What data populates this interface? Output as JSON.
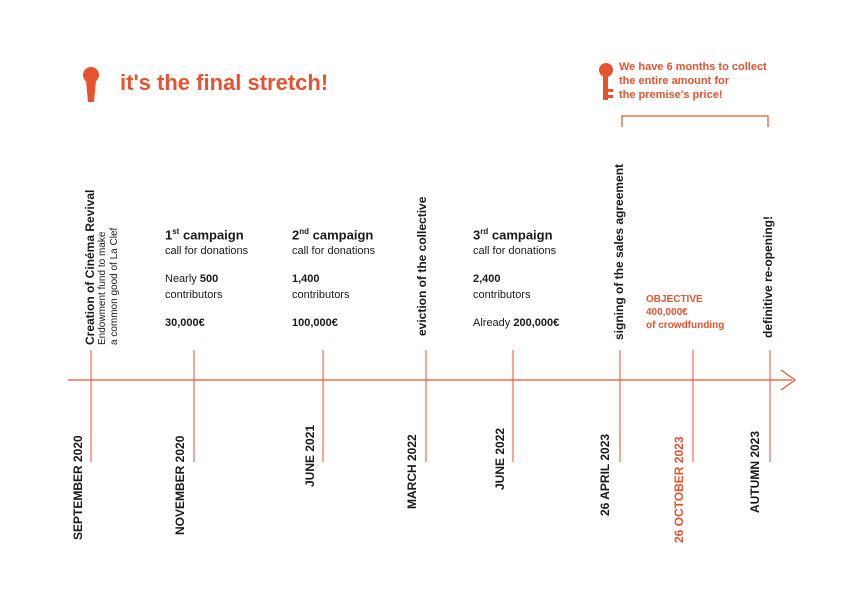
{
  "title": "it's the final stretch!",
  "note": {
    "line1": "We have 6 months to collect",
    "line2": "the entire amount for",
    "line3": "the premise's price!"
  },
  "colors": {
    "accent": "#e8532f",
    "text": "#1a1a1a"
  },
  "icons": {
    "title_icon": "keyhole-icon",
    "note_icon": "key-icon"
  },
  "events": {
    "creation": {
      "title": "Creation of Cinéma Revival",
      "line1": "Endowment fund to make",
      "line2": "a common good of La Clef"
    },
    "eviction": "eviction of the collective",
    "signing": "signing of the sales agreement",
    "reopening": "definitive re-opening!"
  },
  "campaigns": [
    {
      "num": "1",
      "sup": "st",
      "label": "campaign",
      "sub": "call for donations",
      "contrib_prefix": "Nearly ",
      "contrib_count": "500",
      "contrib_suffix": "contributors",
      "amount_prefix": "",
      "amount": "30,000€"
    },
    {
      "num": "2",
      "sup": "nd",
      "label": "campaign",
      "sub": "call for donations",
      "contrib_prefix": "",
      "contrib_count": "1,400",
      "contrib_suffix": "contributors",
      "amount_prefix": "",
      "amount": "100,000€"
    },
    {
      "num": "3",
      "sup": "rd",
      "label": "campaign",
      "sub": "call for donations",
      "contrib_prefix": "",
      "contrib_count": "2,400",
      "contrib_suffix": "contributors",
      "amount_prefix": "Already ",
      "amount": "200,000€"
    }
  ],
  "objective": {
    "label": "OBJECTIVE",
    "amount": "400,000€",
    "of": "of",
    "crowdfunding": "crowdfunding"
  },
  "dates": [
    "SEPTEMBER 2020",
    "NOVEMBER 2020",
    "JUNE 2021",
    "MARCH 2022",
    "JUNE 2022",
    "26 APRIL 2023",
    "26 OCTOBER 2023",
    "AUTUMN 2023"
  ]
}
